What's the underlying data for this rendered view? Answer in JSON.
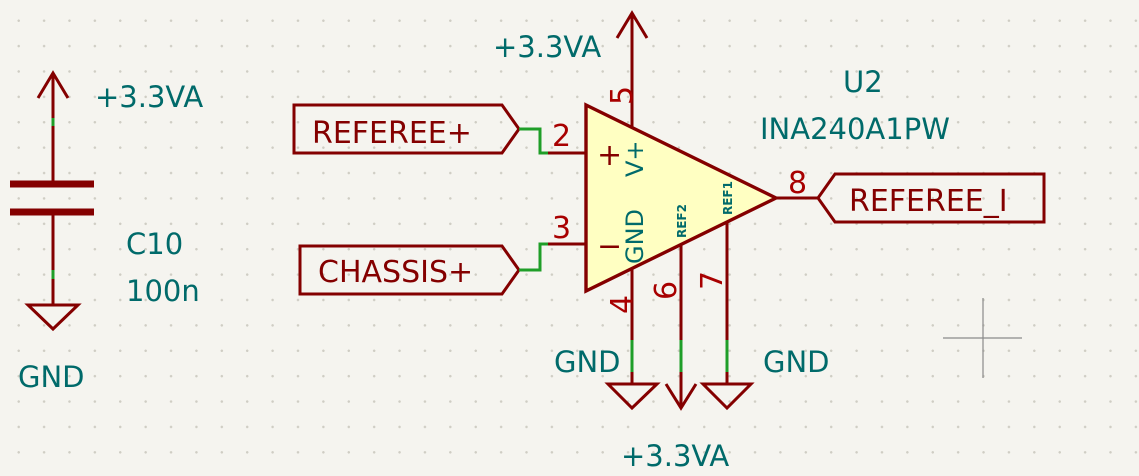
{
  "capacitor": {
    "reference": "C10",
    "value": "100n",
    "power_top": "+3.3VA",
    "power_bottom": "GND"
  },
  "amplifier": {
    "reference": "U2",
    "part": "INA240A1PW",
    "in_plus_sign": "+",
    "in_minus_sign": "−",
    "vplus_label": "V+",
    "gnd_label": "GND",
    "ref1_label": "REF1",
    "ref2_label": "REF2",
    "pins": {
      "in_plus": "2",
      "in_minus": "3",
      "vplus": "5",
      "gnd": "4",
      "ref2": "6",
      "ref1": "7",
      "out": "8"
    },
    "power_top": "+3.3VA",
    "gnd_left": "GND",
    "gnd_right": "GND",
    "power_bottom": "+3.3VA"
  },
  "labels": {
    "input_plus": "REFEREE+",
    "input_minus": "CHASSIS+",
    "output": "REFEREE_I"
  },
  "colors": {
    "wire": "#840000",
    "net_text": "#006a6a",
    "pin_text": "#a80000",
    "body_fill": "#ffffc2",
    "wire_junction": "#1f9e28",
    "background": "#f5f4ef"
  }
}
